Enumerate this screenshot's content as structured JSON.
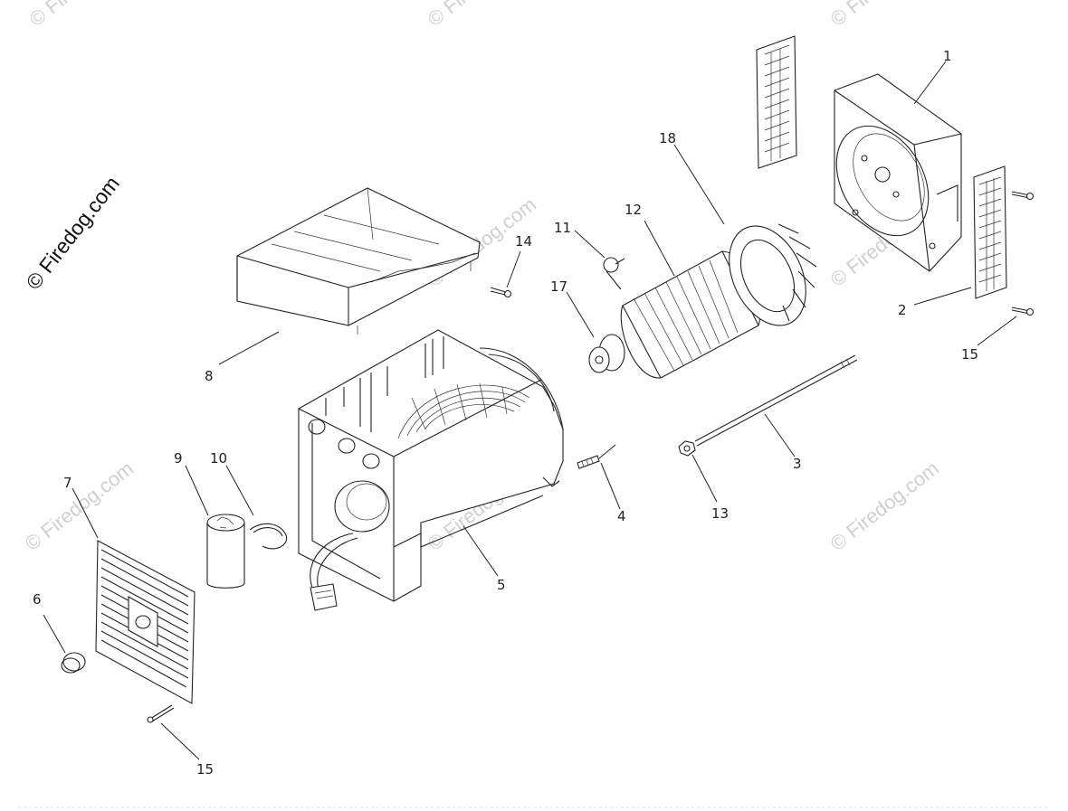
{
  "watermark": {
    "brand": "© Firedog.com",
    "faint": "© Firedog.com"
  },
  "callouts": {
    "c1": "1",
    "c2": "2",
    "c3": "3",
    "c4": "4",
    "c5": "5",
    "c6": "6",
    "c7": "7",
    "c8": "8",
    "c9": "9",
    "c10": "10",
    "c11": "11",
    "c12": "12",
    "c13": "13",
    "c14": "14",
    "c15a": "15",
    "c15b": "15",
    "c17": "17",
    "c18": "18"
  }
}
